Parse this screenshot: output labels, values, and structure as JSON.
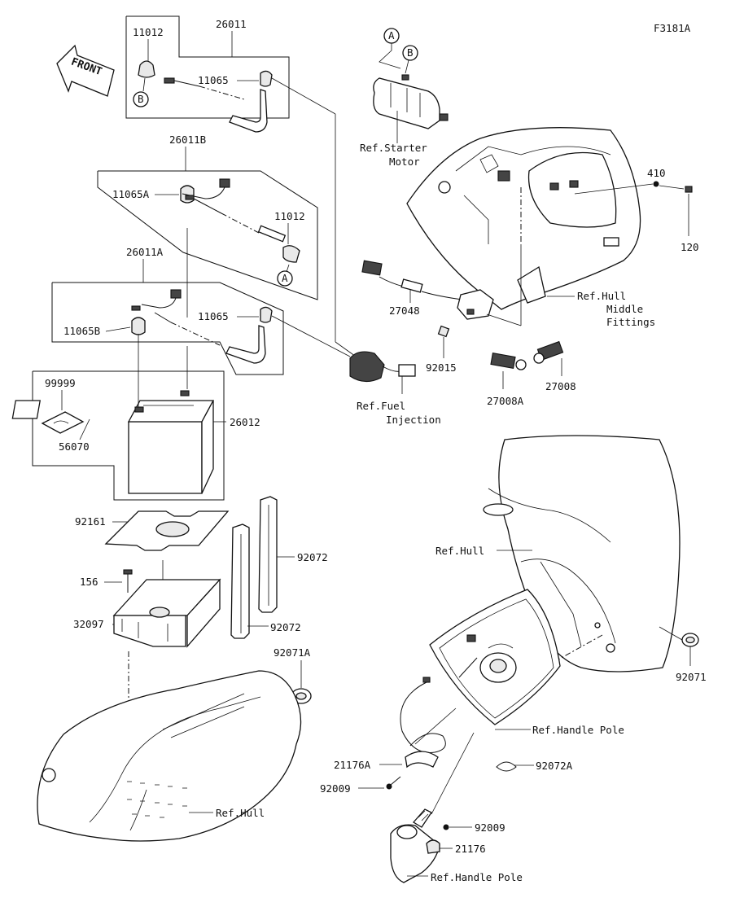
{
  "figure_code": "F3181A",
  "front_label": "FRONT",
  "callouts": {
    "A": "A",
    "B": "B"
  },
  "labels": {
    "l26011": "26011",
    "l11012_top": "11012",
    "l11065_top": "11065",
    "l26011B": "26011B",
    "l11065A": "11065A",
    "l11012_mid": "11012",
    "l26011A": "26011A",
    "l11065_mid": "11065",
    "l11065B": "11065B",
    "l99999": "99999",
    "l56070": "56070",
    "l26012": "26012",
    "l92161": "92161",
    "l156": "156",
    "l32097": "32097",
    "l92072_a": "92072",
    "l92072_b": "92072",
    "l92071A": "92071A",
    "ref_hull_bottom": "Ref.Hull",
    "ref_starter_1": "Ref.Starter",
    "ref_starter_2": "Motor",
    "l410": "410",
    "l120": "120",
    "ref_hull_mid_1": "Ref.Hull",
    "ref_hull_mid_2": "Middle",
    "ref_hull_mid_3": "Fittings",
    "l27048": "27048",
    "l92015": "92015",
    "l27008": "27008",
    "l27008A": "27008A",
    "ref_fuel_1": "Ref.Fuel",
    "ref_fuel_2": "Injection",
    "ref_hull_right": "Ref.Hull",
    "l92071": "92071",
    "ref_handle_pole_1": "Ref.Handle Pole",
    "l21176A": "21176A",
    "l92009_a": "92009",
    "l92072A": "92072A",
    "l92009_b": "92009",
    "l21176": "21176",
    "ref_handle_pole_2": "Ref.Handle Pole"
  }
}
